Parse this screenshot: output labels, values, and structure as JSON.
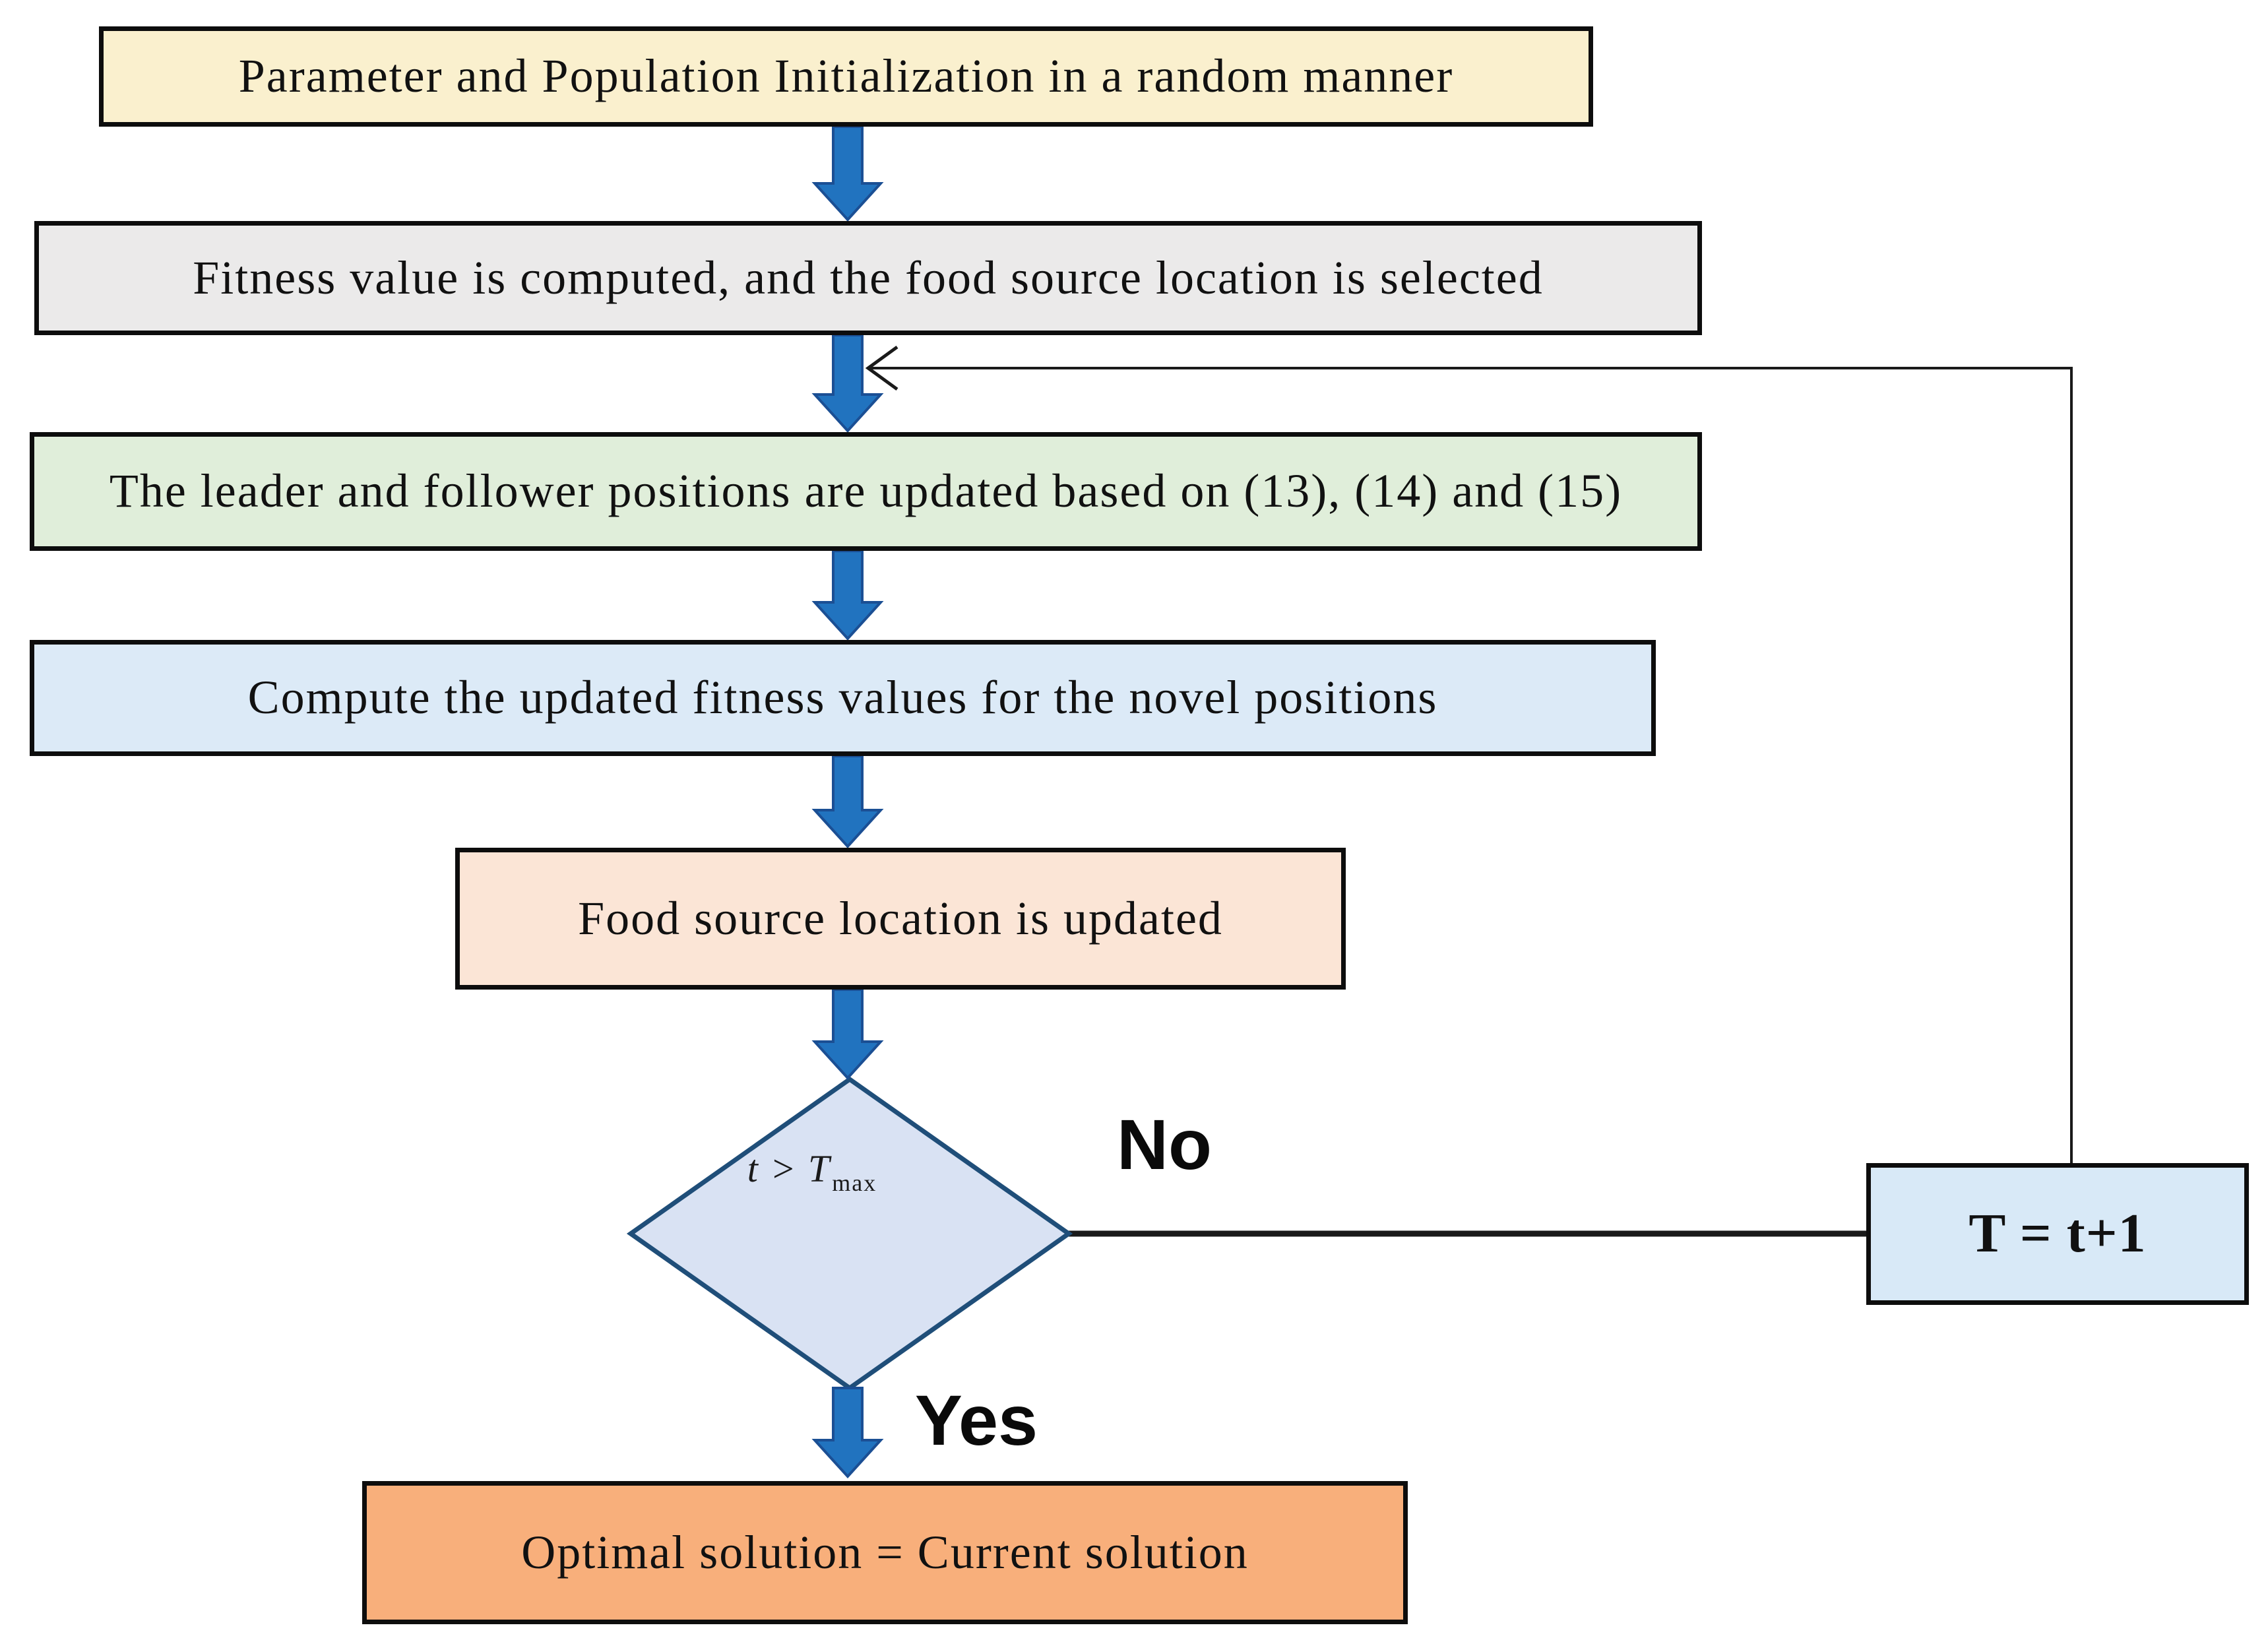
{
  "flowchart": {
    "nodes": {
      "init": {
        "label": "Parameter and Population Initialization in a random manner"
      },
      "fitness": {
        "label": "Fitness value is computed, and the food source location is selected"
      },
      "update": {
        "label": "The leader and follower positions are updated based on (13), (14) and (15)"
      },
      "compute": {
        "label": "Compute the updated fitness values for the novel positions"
      },
      "food": {
        "label": "Food source location is updated"
      },
      "decision": {
        "expression": "t > T",
        "subscript": "max"
      },
      "increment": {
        "label": "T = t+1"
      },
      "optimal": {
        "label": "Optimal solution = Current solution"
      }
    },
    "edges": {
      "no_label": "No",
      "yes_label": "Yes"
    },
    "colors": {
      "init_fill": "#FAF0CE",
      "fitness_fill": "#EBEAEA",
      "update_fill": "#E0EEDA",
      "compute_fill": "#DCEAF7",
      "food_fill": "#FBE5D6",
      "decision_fill": "#D9E2F3",
      "decision_border": "#1F4E79",
      "increment_fill": "#D8E9F7",
      "optimal_fill": "#F8AF7B",
      "arrow_fill": "#2173BF",
      "arrow_border": "#1B4F94",
      "connector": "#1A1A1A",
      "text": "#111111"
    }
  }
}
